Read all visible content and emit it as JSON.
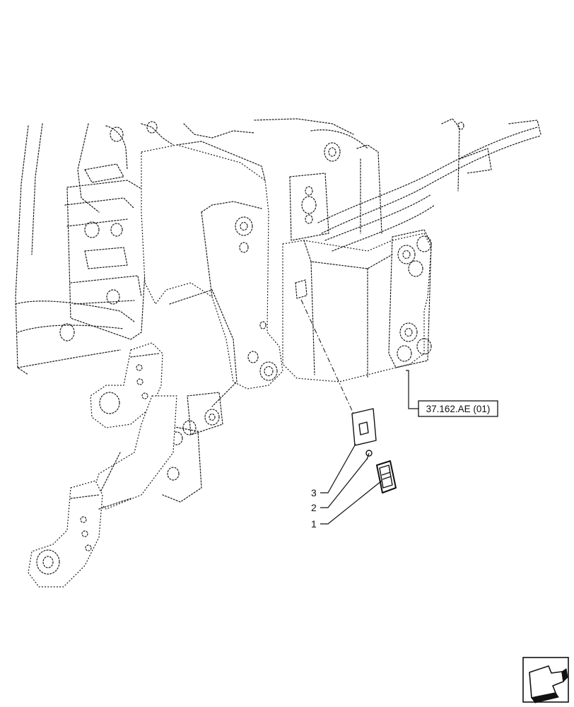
{
  "callouts": [
    {
      "number": "3"
    },
    {
      "number": "2"
    },
    {
      "number": "1"
    }
  ],
  "reference": {
    "label": "37.162.AE (01)"
  },
  "icons": {
    "corner_symbol": "navigation-arrow-icon"
  }
}
